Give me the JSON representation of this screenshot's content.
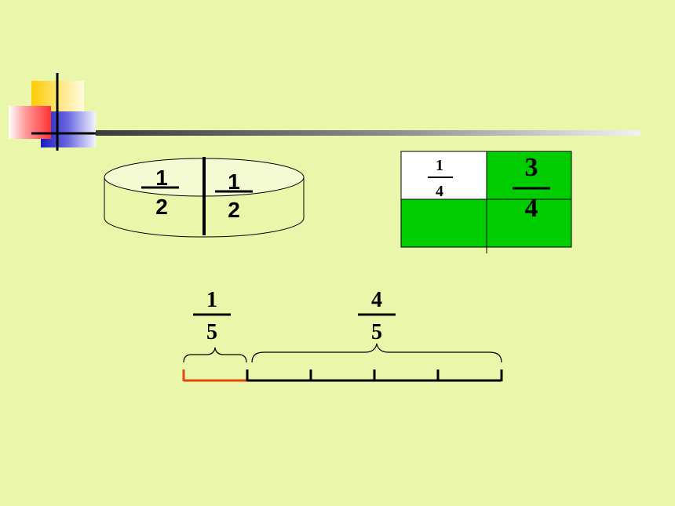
{
  "colors": {
    "background": "#eaf7ab",
    "green": "#00cc00",
    "white": "#ffffff",
    "orange": "#e04a10",
    "yellow": "#ffd21a",
    "blue": "#2424c8",
    "red": "#ff4d4d",
    "ink": "#000000"
  },
  "cylinder": {
    "left": {
      "numerator": "1",
      "denominator": "2"
    },
    "right": {
      "numerator": "1",
      "denominator": "2"
    }
  },
  "grid": {
    "white_cell": {
      "numerator": "1",
      "denominator": "4"
    },
    "green_region": {
      "numerator": "3",
      "denominator": "4"
    }
  },
  "number_line": {
    "segments": 5,
    "first": {
      "numerator": "1",
      "denominator": "5"
    },
    "rest": {
      "numerator": "4",
      "denominator": "5"
    }
  }
}
